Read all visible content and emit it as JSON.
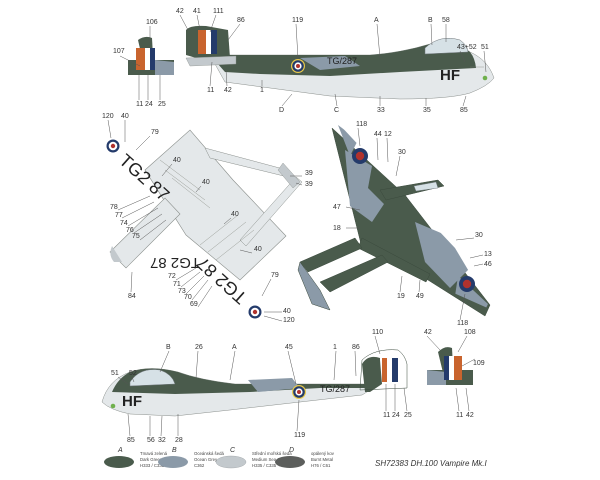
{
  "colors": {
    "dark_green": "#4a5b4c",
    "ocean_grey": "#8b9aa8",
    "medium_sea_grey": "#c3c9cd",
    "burnt_metal": "#5c5e5c",
    "roundel_blue": "#243b6b",
    "roundel_red": "#b0322d",
    "roundel_white": "#ffffff",
    "roundel_yellow": "#e8c94a",
    "fin_orange": "#c9642e",
    "underside_light": "#e4e8ea",
    "canopy": "#d6e1e6",
    "code_green": "#6fb04c"
  },
  "markings": {
    "serial_side": "TG/287",
    "serial_under_left": "TG2 87",
    "serial_under_right": "TG2 87",
    "squadron_code": "HF"
  },
  "callouts": {
    "tail_left": [
      "107",
      "106",
      "11",
      "24",
      "25"
    ],
    "side_top": [
      "42",
      "41",
      "111",
      "86",
      "119",
      "A",
      "B",
      "58",
      "43+52",
      "51",
      "11",
      "42",
      "1",
      "D",
      "C",
      "33",
      "35",
      "85"
    ],
    "underside": [
      "120",
      "40",
      "79",
      "40",
      "40",
      "39",
      "39",
      "78",
      "77",
      "74",
      "76",
      "75",
      "40",
      "40",
      "72",
      "71",
      "73",
      "70",
      "69",
      "79",
      "84",
      "40",
      "120"
    ],
    "topside": [
      "118",
      "44",
      "12",
      "30",
      "47",
      "18",
      "30",
      "13",
      "46",
      "19",
      "49",
      "118"
    ],
    "side_bottom": [
      "B",
      "26",
      "A",
      "45",
      "1",
      "86",
      "51",
      "52",
      "85",
      "56",
      "32",
      "28",
      "119",
      "110",
      "11",
      "24",
      "25",
      "42",
      "108",
      "109",
      "11",
      "42"
    ]
  },
  "legend": [
    {
      "letter": "A",
      "lines": [
        "Tmavá zelená",
        "Dark Green",
        "H333 / C333"
      ]
    },
    {
      "letter": "B",
      "lines": [
        "Oceánská šedá",
        "Ocean Grey",
        "C362"
      ]
    },
    {
      "letter": "C",
      "lines": [
        "Střední mořská šedá",
        "Medium Sea Grey",
        "H335 / C335"
      ]
    },
    {
      "letter": "D",
      "lines": [
        "opálený kov",
        "Burnt Metal",
        "H76 / C61"
      ]
    }
  ],
  "caption": "SH72383 DH.100 Vampire Mk.I"
}
